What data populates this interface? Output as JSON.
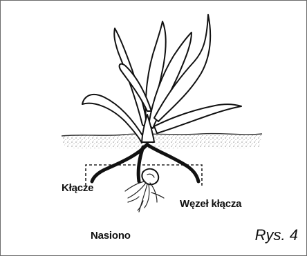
{
  "labels": {
    "rhizome": "Kłącze",
    "rhizome_node": "Węzeł kłącza",
    "seed": "Nasiono"
  },
  "figure_caption": "Rys. 4"
}
